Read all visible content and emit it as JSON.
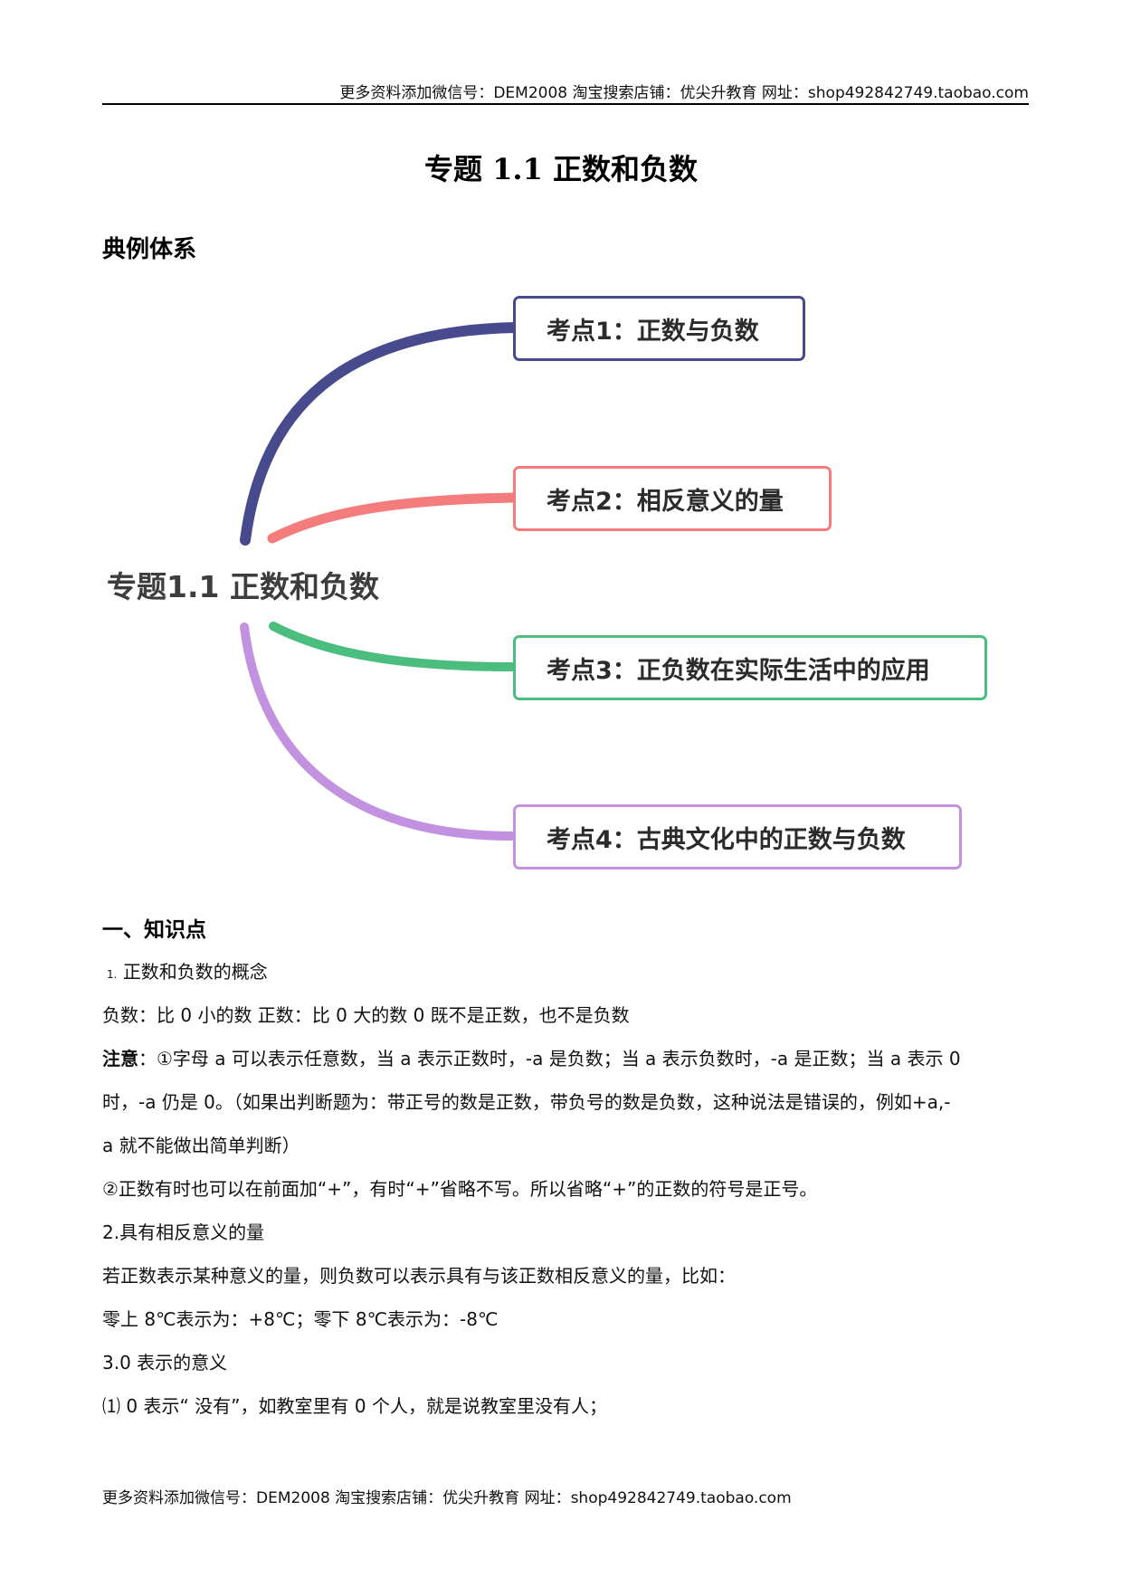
{
  "header": {
    "text": "更多资料添加微信号：DEM2008  淘宝搜索店铺：优尖升教育 网址：shop492842749.taobao.com"
  },
  "document": {
    "title": "专题 1.1 正数和负数",
    "section_heading": "典例体系"
  },
  "mindmap": {
    "center": "专题1.1 正数和负数",
    "branches": [
      {
        "label": "考点1：正数与负数",
        "color": "#474a8c"
      },
      {
        "label": "考点2：相反意义的量",
        "color": "#f47c7c"
      },
      {
        "label": "考点3：正负数在实际生活中的应用",
        "color": "#4bbd7f"
      },
      {
        "label": "考点4：古典文化中的正数与负数",
        "color": "#c292e0"
      }
    ]
  },
  "knowledge": {
    "heading": "一、知识点",
    "item1_num": "1.",
    "item1_title": "正数和负数的概念",
    "def_line": "负数：比 0 小的数     正数：比 0 大的数      0 既不是正数，也不是负数",
    "note_label": "注意",
    "note_line1": "：①字母 a 可以表示任意数，当 a 表示正数时，-a 是负数；当 a 表示负数时，-a 是正数；当 a 表示 0",
    "note_line2": "时，-a 仍是 0。（如果出判断题为：带正号的数是正数，带负号的数是负数，这种说法是错误的，例如+a,-",
    "note_line3": "a 就不能做出简单判断）",
    "note_line4": "②正数有时也可以在前面加“+”，有时“+”省略不写。所以省略“+”的正数的符号是正号。",
    "item2_title": "2.具有相反意义的量",
    "item2_line1": "若正数表示某种意义的量，则负数可以表示具有与该正数相反意义的量，比如：",
    "item2_line2": "零上 8℃表示为：+8℃；零下 8℃表示为：-8℃",
    "item3_title": "3.0 表示的意义",
    "item3_line1": "⑴ 0 表示“ 没有”，如教室里有 0 个人，就是说教室里没有人；"
  },
  "footer": {
    "text": "更多资料添加微信号：DEM2008  淘宝搜索店铺：优尖升教育 网址：shop492842749.taobao.com"
  }
}
